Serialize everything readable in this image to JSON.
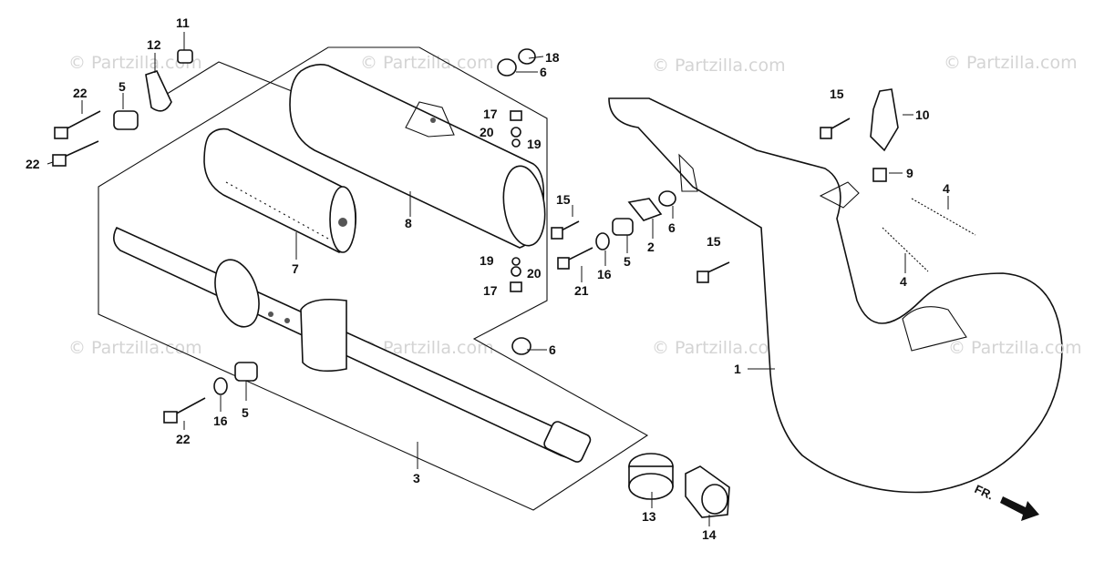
{
  "watermark": "© Partzilla.com",
  "front_indicator": "FR.",
  "callouts": {
    "c1": "1",
    "c2": "2",
    "c3": "3",
    "c4a": "4",
    "c4b": "4",
    "c5a": "5",
    "c5b": "5",
    "c5c": "5",
    "c6a": "6",
    "c6b": "6",
    "c6c": "6",
    "c7": "7",
    "c8": "8",
    "c9": "9",
    "c10": "10",
    "c11": "11",
    "c12": "12",
    "c13": "13",
    "c14": "14",
    "c15a": "15",
    "c15b": "15",
    "c15c": "15",
    "c16a": "16",
    "c16b": "16",
    "c17a": "17",
    "c17b": "17",
    "c18": "18",
    "c19a": "19",
    "c19b": "19",
    "c20a": "20",
    "c20b": "20",
    "c21": "21",
    "c22a": "22",
    "c22b": "22",
    "c22c": "22"
  }
}
